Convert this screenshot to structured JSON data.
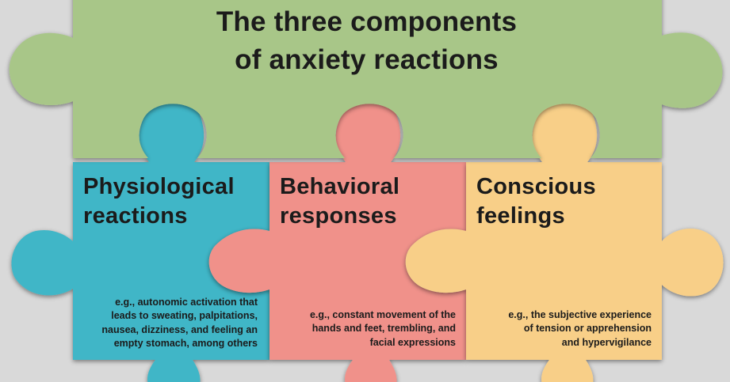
{
  "title": {
    "line1": "The three components",
    "line2": "of anxiety reactions"
  },
  "pieces": [
    {
      "heading": [
        "Physiological",
        "reactions"
      ],
      "description": [
        "e.g., autonomic activation that",
        "leads to sweating, palpitations,",
        "nausea, dizziness, and feeling an",
        "empty stomach, among others"
      ],
      "color": "#3fb6c7"
    },
    {
      "heading": [
        "Behavioral",
        "responses"
      ],
      "description": [
        "e.g., constant movement of the",
        "hands and feet, trembling, and",
        "facial expressions"
      ],
      "color": "#f0918a"
    },
    {
      "heading": [
        "Conscious",
        "feelings"
      ],
      "description": [
        "e.g., the subjective experience",
        "of tension or apprehension",
        "and hypervigilance"
      ],
      "color": "#f8cf88"
    }
  ],
  "colors": {
    "title_piece": "#a8c688",
    "background": "#d9d9d9",
    "text": "#1b1b1b"
  }
}
